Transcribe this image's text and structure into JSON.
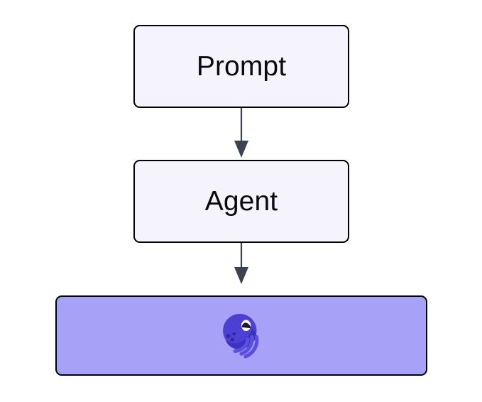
{
  "diagram": {
    "type": "flowchart",
    "direction": "top-down",
    "title": "",
    "background_color": "#ffffff",
    "nodes": [
      {
        "id": "prompt",
        "label": "Prompt",
        "shape": "rounded-rectangle",
        "fill": "#f5f4fd",
        "stroke": "#000000",
        "text_color": "#0b0b0d"
      },
      {
        "id": "agent",
        "label": "Agent",
        "shape": "rounded-rectangle",
        "fill": "#f5f4fd",
        "stroke": "#000000",
        "text_color": "#0b0b0d"
      },
      {
        "id": "tool",
        "label": "",
        "shape": "rounded-rectangle",
        "fill": "#a7a1f7",
        "stroke": "#000000",
        "icon": "octopus-icon",
        "icon_color": "#4b3fd4"
      }
    ],
    "edges": [
      {
        "id": "edge-prompt-agent",
        "from": "prompt",
        "to": "agent",
        "label": "",
        "arrow": "solid-triangle",
        "color": "#3b4351"
      },
      {
        "id": "edge-agent-tool",
        "from": "agent",
        "to": "tool",
        "label": "",
        "arrow": "solid-triangle",
        "color": "#3b4351"
      }
    ]
  },
  "colors": {
    "accent": "#a7a1f7",
    "node_fill": "#f5f4fd",
    "stroke": "#000000",
    "edge": "#3b4351",
    "icon_body": "#4b3fd4",
    "icon_tentacle": "#5b4fe0",
    "icon_eye": "#ffffff",
    "icon_pupil": "#1a1a2e"
  }
}
